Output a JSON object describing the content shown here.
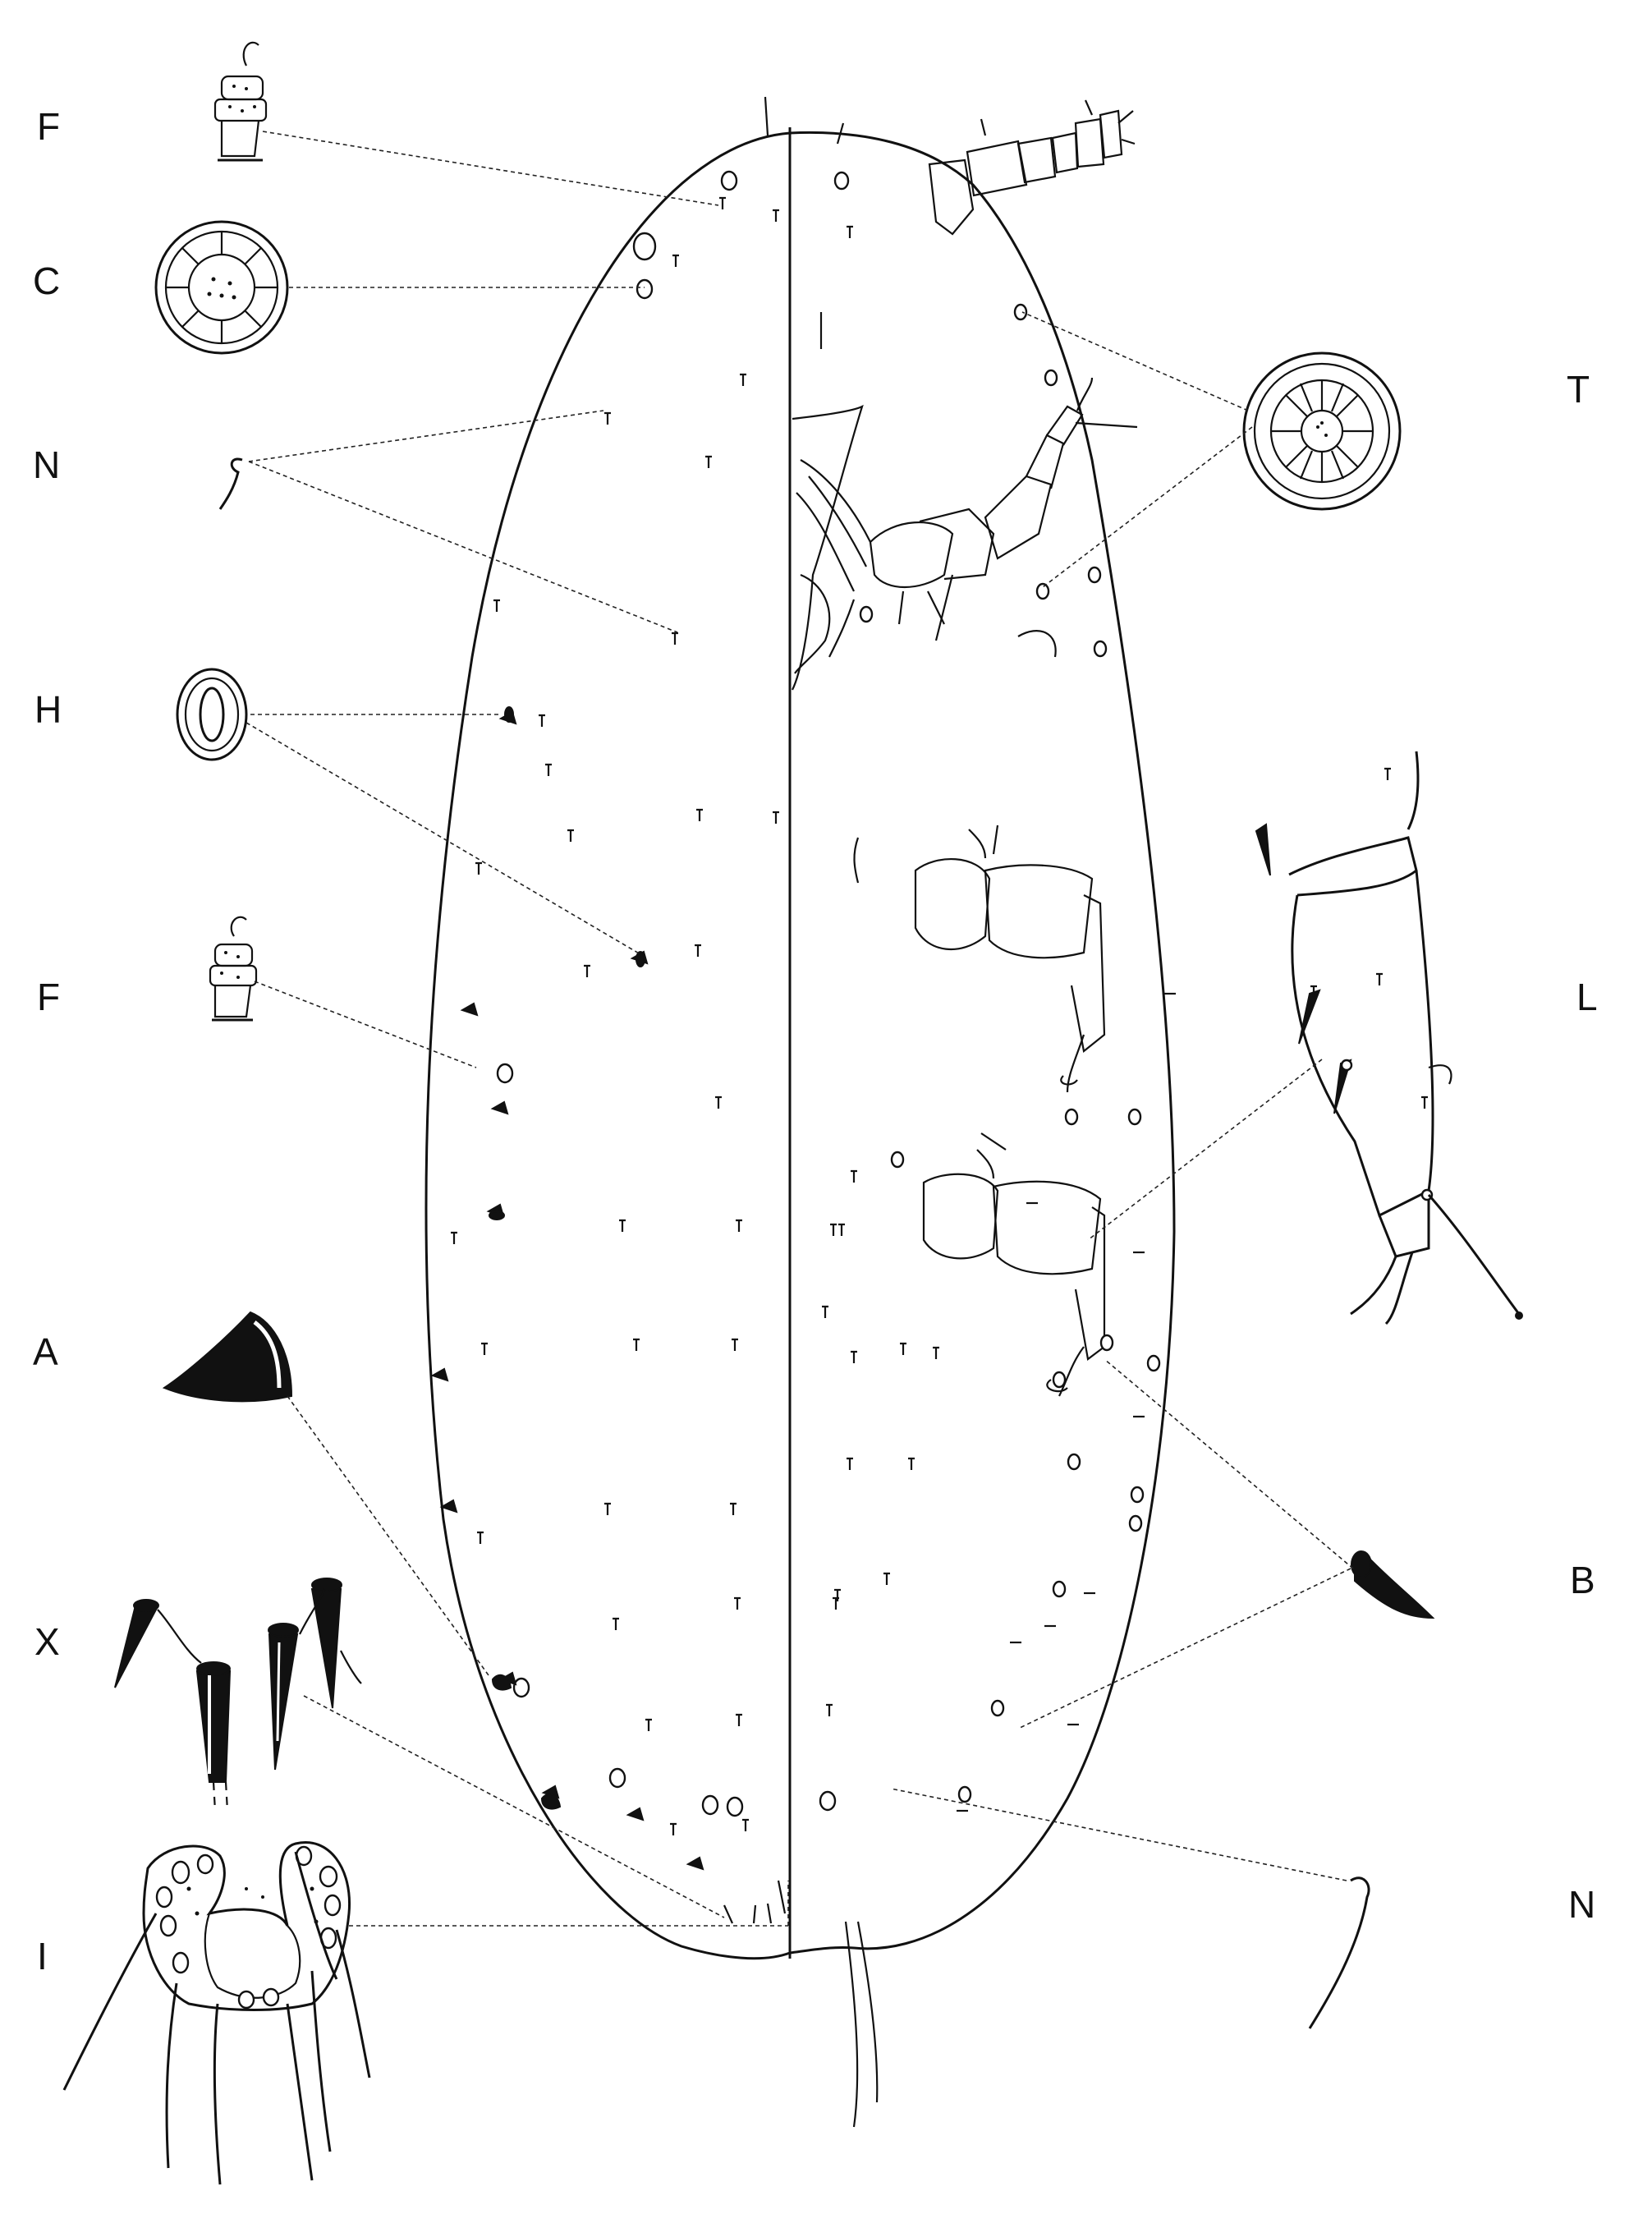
{
  "labels": {
    "left": [
      "F",
      "C",
      "N",
      "H",
      "F",
      "A",
      "X",
      "I"
    ],
    "right": [
      "T",
      "L",
      "B",
      "N"
    ]
  },
  "colors": {
    "ink": "#111111",
    "background": "#ffffff"
  }
}
